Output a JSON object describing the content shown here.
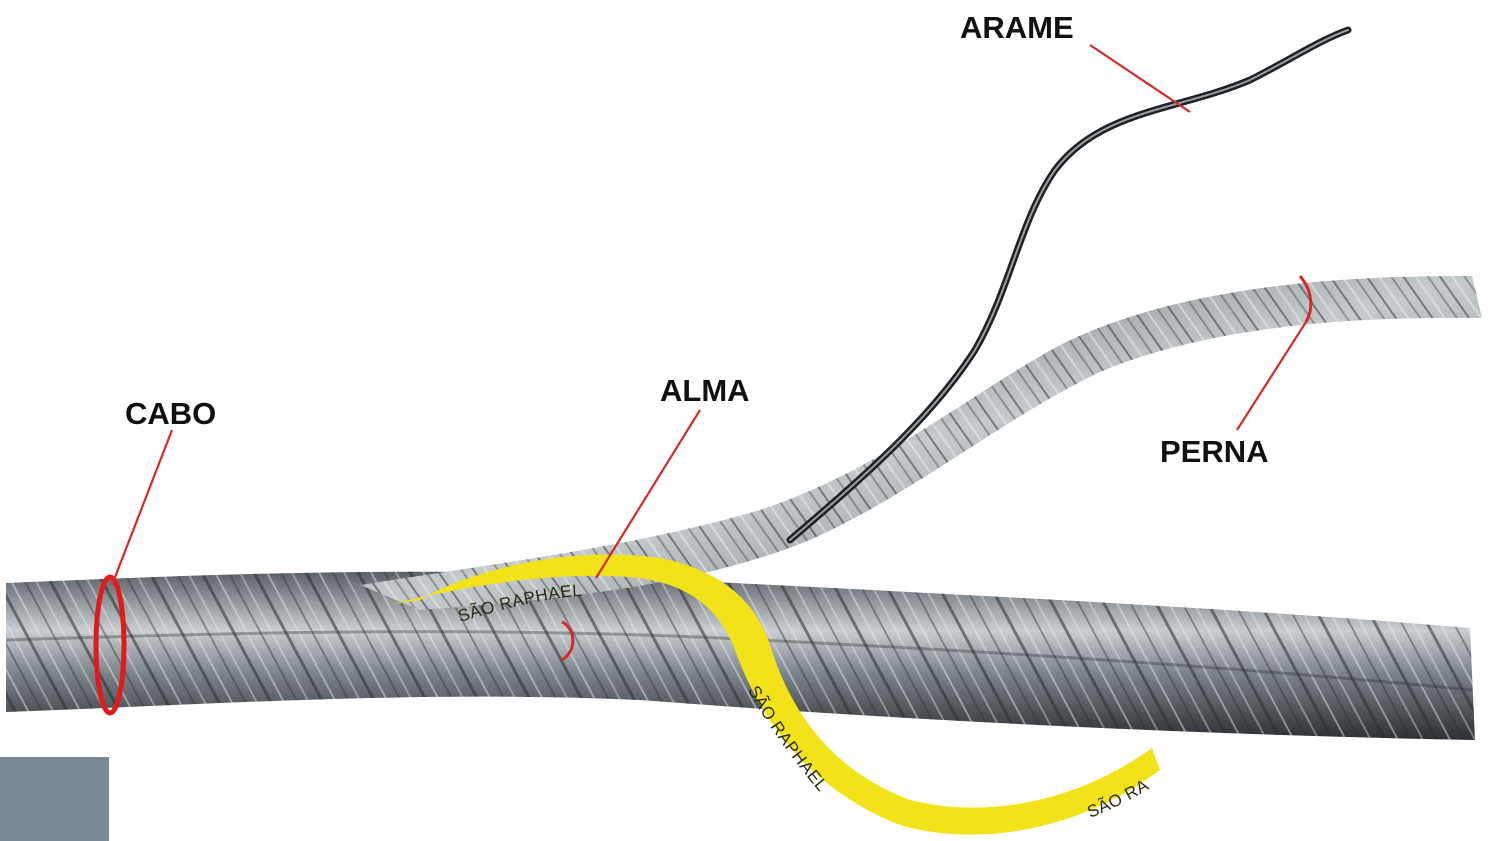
{
  "labels": {
    "cabo": "CABO",
    "alma": "ALMA",
    "arame": "ARAME",
    "perna": "PERNA"
  },
  "tape": {
    "text_1": "SÃO RAPHAEL",
    "text_2": "SÃO RAPHAEL",
    "text_3": "SÃO RA"
  },
  "colors": {
    "tape_yellow": "#f2e218",
    "leader_red": "#d42a2a",
    "steel_dark": "#3a3e42",
    "steel_light": "#c9ced2",
    "corner_block": "#7a8a94"
  }
}
